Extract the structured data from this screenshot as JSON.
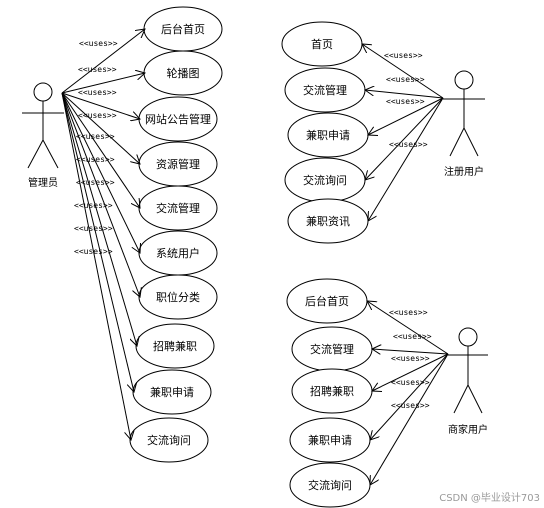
{
  "diagram": {
    "relationship_label": "<<uses>>",
    "actors": {
      "admin": "管理员",
      "registered_user": "注册用户",
      "merchant": "商家用户"
    },
    "admin_usecases": [
      "后台首页",
      "轮播图",
      "网站公告管理",
      "资源管理",
      "交流管理",
      "系统用户",
      "职位分类",
      "招聘兼职",
      "兼职申请",
      "交流询问"
    ],
    "user_usecases": [
      "首页",
      "交流管理",
      "兼职申请",
      "交流询问",
      "兼职资讯"
    ],
    "merchant_usecases": [
      "后台首页",
      "交流管理",
      "招聘兼职",
      "兼职申请",
      "交流询问"
    ]
  },
  "watermark": "CSDN @毕业设计703"
}
